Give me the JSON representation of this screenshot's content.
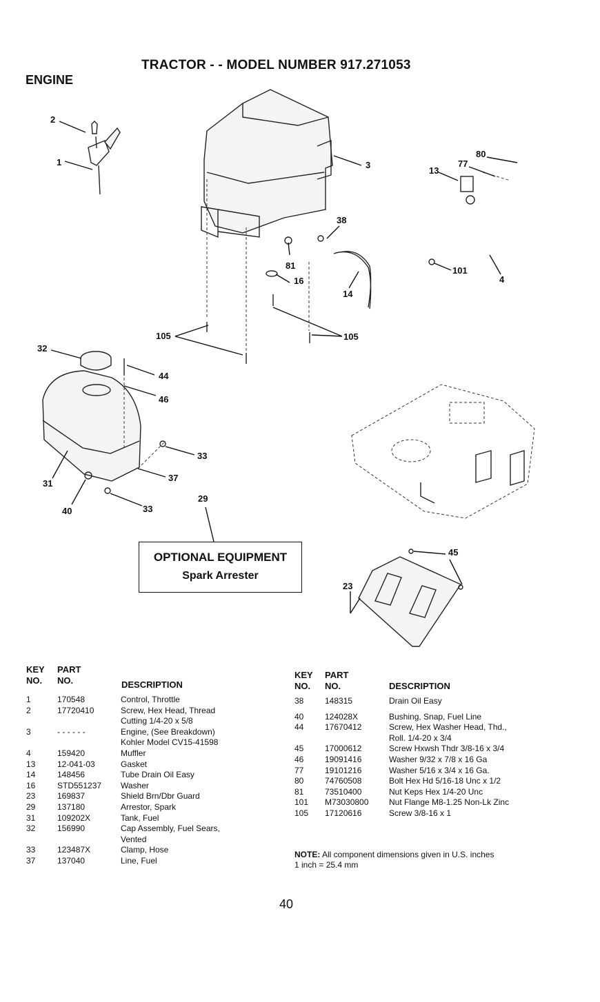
{
  "header": {
    "title": "TRACTOR - - MODEL NUMBER 917.271053",
    "section": "ENGINE"
  },
  "callouts": [
    {
      "id": "c2",
      "label": "2"
    },
    {
      "id": "c1",
      "label": "1"
    },
    {
      "id": "c3",
      "label": "3"
    },
    {
      "id": "c80",
      "label": "80"
    },
    {
      "id": "c77",
      "label": "77"
    },
    {
      "id": "c13",
      "label": "13"
    },
    {
      "id": "c38",
      "label": "38"
    },
    {
      "id": "c81",
      "label": "81"
    },
    {
      "id": "c16",
      "label": "16"
    },
    {
      "id": "c14",
      "label": "14"
    },
    {
      "id": "c101",
      "label": "101"
    },
    {
      "id": "c4",
      "label": "4"
    },
    {
      "id": "c105a",
      "label": "105"
    },
    {
      "id": "c105b",
      "label": "105"
    },
    {
      "id": "c32",
      "label": "32"
    },
    {
      "id": "c44",
      "label": "44"
    },
    {
      "id": "c46",
      "label": "46"
    },
    {
      "id": "c33a",
      "label": "33"
    },
    {
      "id": "c37",
      "label": "37"
    },
    {
      "id": "c31",
      "label": "31"
    },
    {
      "id": "c40",
      "label": "40"
    },
    {
      "id": "c33b",
      "label": "33"
    },
    {
      "id": "c29",
      "label": "29"
    },
    {
      "id": "c45",
      "label": "45"
    },
    {
      "id": "c23",
      "label": "23"
    }
  ],
  "optional_equipment": {
    "title": "OPTIONAL EQUIPMENT",
    "item": "Spark Arrester"
  },
  "parts_table": {
    "headers": {
      "key_top": "KEY",
      "key_bottom": "NO.",
      "part_top": "PART",
      "part_bottom": "NO.",
      "description": "DESCRIPTION"
    },
    "left": [
      {
        "key": "1",
        "part": "170548",
        "desc": [
          "Control, Throttle"
        ]
      },
      {
        "key": "2",
        "part": "17720410",
        "desc": [
          "Screw, Hex Head, Thread",
          "Cutting 1/4-20 x 5/8"
        ]
      },
      {
        "key": "3",
        "part": "- - - - - -",
        "desc": [
          "Engine, (See Breakdown)",
          "Kohler Model CV15-41598"
        ]
      },
      {
        "key": "4",
        "part": "159420",
        "desc": [
          "Muffler"
        ]
      },
      {
        "key": "13",
        "part": "12-041-03",
        "desc": [
          "Gasket"
        ]
      },
      {
        "key": "14",
        "part": "148456",
        "desc": [
          "Tube Drain Oil Easy"
        ]
      },
      {
        "key": "16",
        "part": "STD551237",
        "desc": [
          "Washer"
        ]
      },
      {
        "key": "23",
        "part": "169837",
        "desc": [
          "Shield Brn/Dbr Guard"
        ]
      },
      {
        "key": "29",
        "part": "137180",
        "desc": [
          "Arrestor, Spark"
        ]
      },
      {
        "key": "31",
        "part": "109202X",
        "desc": [
          "Tank, Fuel"
        ]
      },
      {
        "key": "32",
        "part": "156990",
        "desc": [
          "Cap Assembly, Fuel Sears,",
          "Vented"
        ]
      },
      {
        "key": "33",
        "part": "123487X",
        "desc": [
          "Clamp, Hose"
        ]
      },
      {
        "key": "37",
        "part": "137040",
        "desc": [
          "Line, Fuel"
        ]
      }
    ],
    "right": [
      {
        "key": "38",
        "part": "148315",
        "desc": [
          "Drain Oil Easy"
        ]
      },
      {
        "key": "40",
        "part": "124028X",
        "desc": [
          "Bushing, Snap, Fuel Line"
        ]
      },
      {
        "key": "44",
        "part": "17670412",
        "desc": [
          "Screw, Hex Washer Head, Thd.,",
          "Roll. 1/4-20 x 3/4"
        ]
      },
      {
        "key": "45",
        "part": "17000612",
        "desc": [
          "Screw Hxwsh Thdr 3/8-16 x 3/4"
        ]
      },
      {
        "key": "46",
        "part": "19091416",
        "desc": [
          "Washer 9/32 x 7/8 x 16 Ga"
        ]
      },
      {
        "key": "77",
        "part": "19101216",
        "desc": [
          "Washer 5/16 x 3/4 x 16 Ga."
        ]
      },
      {
        "key": "80",
        "part": "74760508",
        "desc": [
          "Bolt Hex Hd 5/16-18 Unc x 1/2"
        ]
      },
      {
        "key": "81",
        "part": "73510400",
        "desc": [
          "Nut Keps Hex 1/4-20 Unc"
        ]
      },
      {
        "key": "101",
        "part": "M73030800",
        "desc": [
          "Nut Flange M8-1.25 Non-Lk Zinc"
        ]
      },
      {
        "key": "105",
        "part": "17120616",
        "desc": [
          "Screw 3/8-16 x 1"
        ]
      }
    ]
  },
  "note": {
    "label": "NOTE:",
    "text": "All component dimensions given in U.S. inches",
    "conversion": "1 inch = 25.4 mm"
  },
  "page_number": "40"
}
